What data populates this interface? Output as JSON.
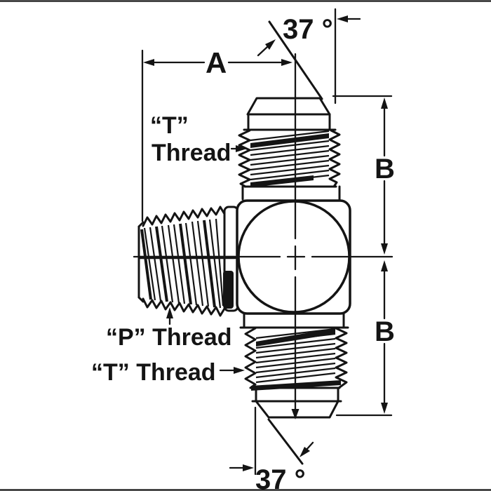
{
  "figure": {
    "colors": {
      "ink": "#141414",
      "paper": "#ffffff"
    },
    "labels": {
      "angle_top": "37 °",
      "dim_a": "A",
      "dim_b_upper": "B",
      "dim_b_lower": "B",
      "t_thread_upper_line1": "“T”",
      "t_thread_upper_line2": "Thread",
      "p_thread": "“P” Thread",
      "t_thread_lower": "“T” Thread",
      "angle_bottom": "37 °"
    }
  }
}
